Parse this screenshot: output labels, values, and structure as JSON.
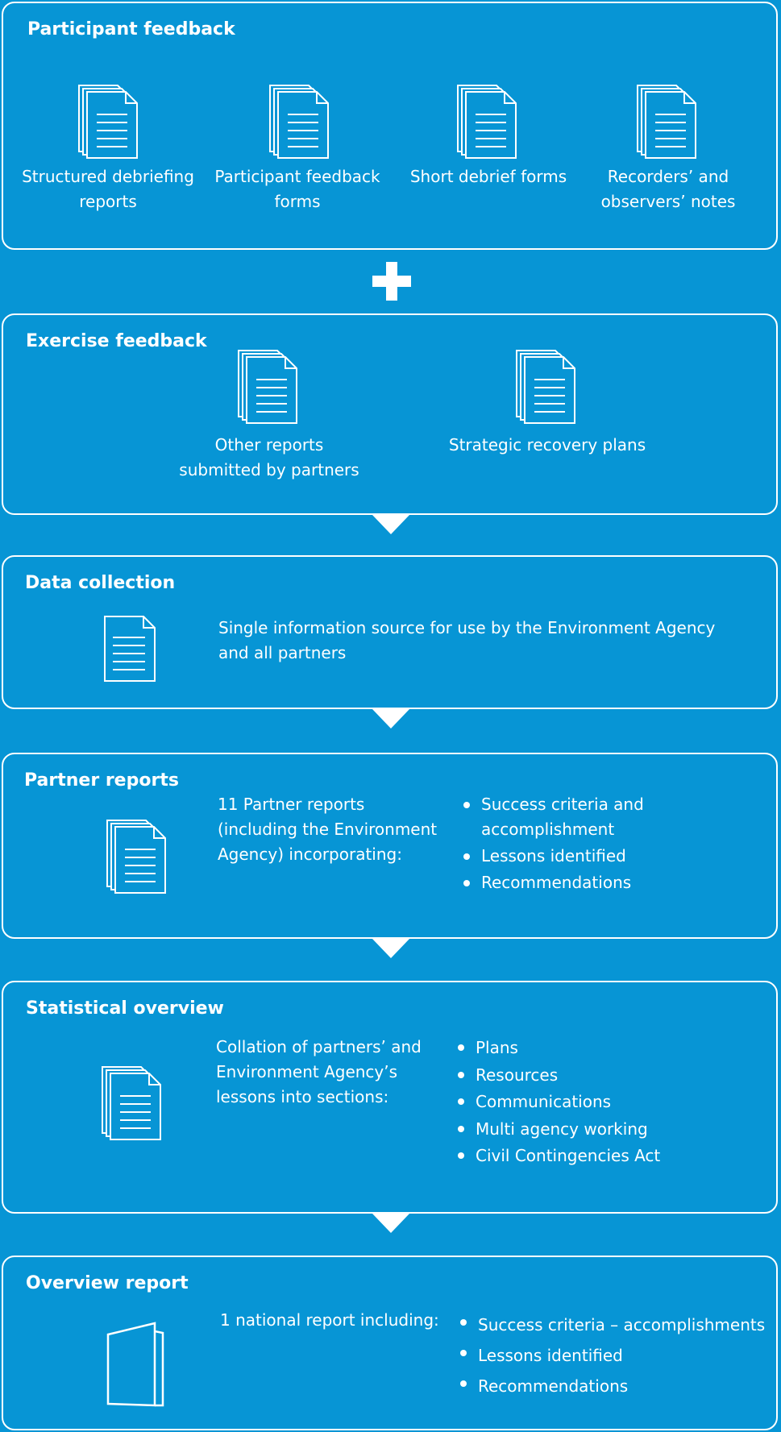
{
  "participant": {
    "title": "Participant feedback",
    "items": [
      {
        "line1": "Structured debriefing",
        "line2": "reports"
      },
      {
        "line1": "Participant feedback",
        "line2": "forms"
      },
      {
        "line1": "Short debrief forms",
        "line2": ""
      },
      {
        "line1": "Recorders’ and",
        "line2": "observers’ notes"
      }
    ]
  },
  "exercise": {
    "title": "Exercise feedback",
    "items": [
      {
        "line1": "Other reports",
        "line2": "submitted by partners"
      },
      {
        "line1": "Strategic recovery plans",
        "line2": ""
      }
    ]
  },
  "data_collection": {
    "title": "Data collection",
    "text_line1": "Single information source for use by the Environment Agency",
    "text_line2": "and all partners"
  },
  "partner_reports": {
    "title": "Partner reports",
    "text_lines": [
      "11 Partner reports",
      "(including the Environment",
      "Agency) incorporating:"
    ],
    "bullets": [
      {
        "line1": "Success criteria and",
        "line2": "accomplishment"
      },
      {
        "line1": "Lessons identified",
        "line2": ""
      },
      {
        "line1": "Recommendations",
        "line2": ""
      }
    ]
  },
  "statistical": {
    "title": "Statistical overview",
    "text_lines": [
      "Collation of partners’ and",
      "Environment Agency’s",
      "lessons into sections:"
    ],
    "bullets": [
      "Plans",
      "Resources",
      "Communications",
      "Multi agency working",
      "Civil Contingencies Act"
    ]
  },
  "overview": {
    "title": "Overview report",
    "text": "1 national report including:",
    "bullets": [
      "Success criteria – accomplishments",
      "Lessons identified",
      "Recommendations"
    ]
  },
  "icons": {
    "document_stack": "document-stack-icon",
    "document": "document-icon",
    "booklet": "booklet-icon",
    "plus": "plus-icon",
    "arrow": "arrow-down-icon"
  },
  "colors": {
    "background": "#0795d5",
    "foreground": "#ffffff"
  }
}
